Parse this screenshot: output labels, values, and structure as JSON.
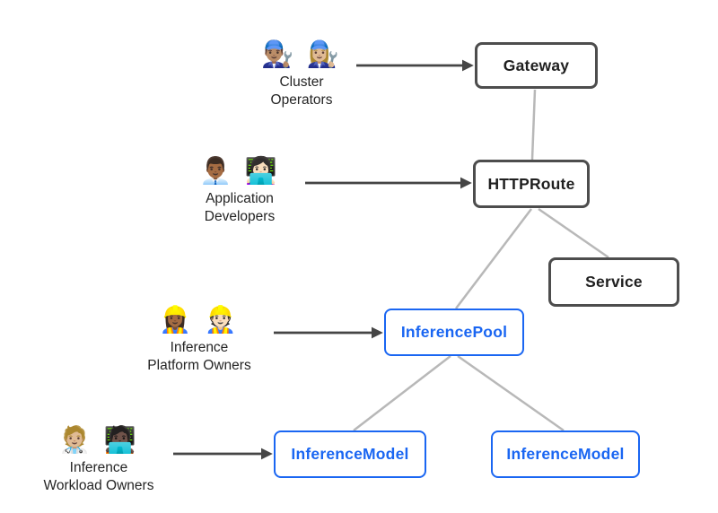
{
  "diagram": {
    "nodes": [
      {
        "label": "Gateway",
        "style": "dark"
      },
      {
        "label": "HTTPRoute",
        "style": "dark"
      },
      {
        "label": "Service",
        "style": "dark"
      },
      {
        "label": "InferencePool",
        "style": "blue"
      },
      {
        "label": "InferenceModel",
        "style": "blue"
      },
      {
        "label": "InferenceModel",
        "style": "blue"
      }
    ],
    "personas": [
      {
        "emoji": "👨🏽‍🔧 👩🏼‍🔧",
        "line1": "Cluster",
        "line2": "Operators",
        "points_to": "Gateway"
      },
      {
        "emoji": "👨🏾‍💼 👩🏻‍💻",
        "line1": "Application",
        "line2": "Developers",
        "points_to": "HTTPRoute"
      },
      {
        "emoji": "👷🏾‍♀️ 👷🏻",
        "line1": "Inference",
        "line2": "Platform Owners",
        "points_to": "InferencePool"
      },
      {
        "emoji": "🧑🏼‍⚕️ 🧑🏿‍💻",
        "line1": "Inference",
        "line2": "Workload Owners",
        "points_to": "InferenceModel"
      }
    ],
    "edges": [
      {
        "from": "Gateway",
        "to": "HTTPRoute"
      },
      {
        "from": "HTTPRoute",
        "to": "Service"
      },
      {
        "from": "HTTPRoute",
        "to": "InferencePool"
      },
      {
        "from": "InferencePool",
        "to": "InferenceModel (left)"
      },
      {
        "from": "InferencePool",
        "to": "InferenceModel (right)"
      }
    ],
    "colors": {
      "background": "#ffffff",
      "dark_border": "#4d4d4d",
      "dark_text": "#1f1f1f",
      "blue": "#1a66f2",
      "connector": "#b8b8b8",
      "arrow": "#454545"
    }
  }
}
